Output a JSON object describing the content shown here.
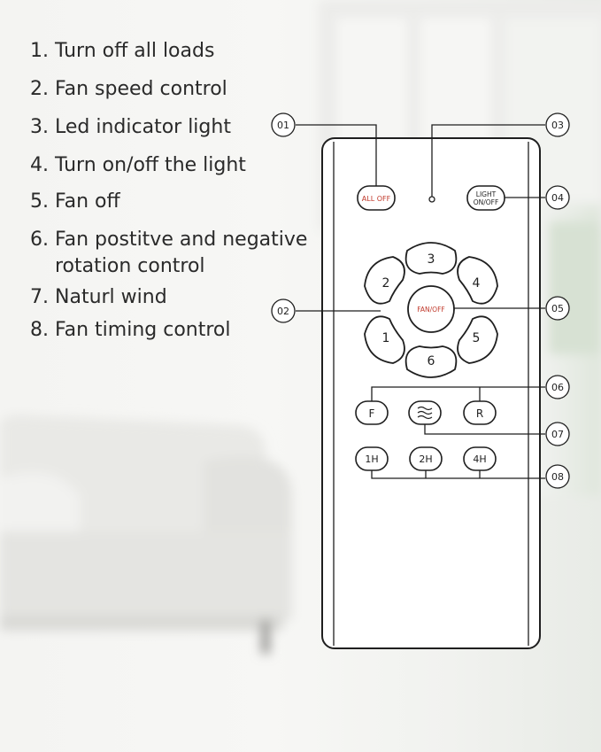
{
  "features": [
    {
      "num": "1.",
      "text": "Turn off all loads"
    },
    {
      "num": "2.",
      "text": "Fan speed control"
    },
    {
      "num": "3.",
      "text": "Led indicator light"
    },
    {
      "num": "4.",
      "text": "Turn on/off the light"
    },
    {
      "num": "5.",
      "text": "Fan off"
    },
    {
      "num": "6.",
      "text": "Fan postitve and negative",
      "cont": "rotation control"
    },
    {
      "num": "7.",
      "text": "Naturl wind"
    },
    {
      "num": "8.",
      "text": "Fan timing control"
    }
  ],
  "callouts": [
    "01",
    "02",
    "03",
    "04",
    "05",
    "06",
    "07",
    "08"
  ],
  "remote": {
    "all_off": "ALL OFF",
    "light_line1": "LIGHT",
    "light_line2": "ON/OFF",
    "fan_off": "FAN/OFF",
    "speeds": [
      "1",
      "2",
      "3",
      "4",
      "5",
      "6"
    ],
    "rot_forward": "F",
    "rot_reverse": "R",
    "timers": [
      "1H",
      "2H",
      "4H"
    ]
  },
  "colors": {
    "accent_red": "#c0392b",
    "line": "#1f1f1f"
  }
}
